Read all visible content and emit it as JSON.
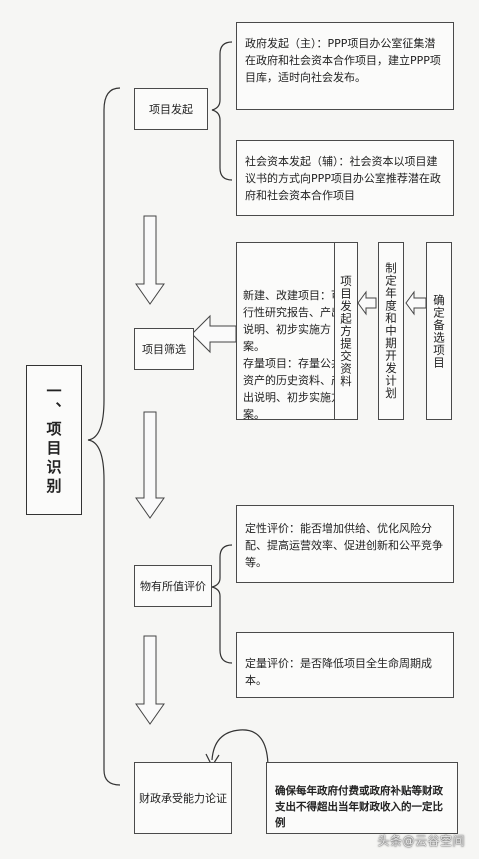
{
  "root": {
    "label": "一、项目识别"
  },
  "stages": [
    {
      "label": "项目发起"
    },
    {
      "label": "项目筛选"
    },
    {
      "label": "物有所值评价"
    },
    {
      "label": "财政承受能力论证"
    }
  ],
  "initiation": {
    "government": "政府发起（主）：PPP项目办公室征集潜在政府和社会资本合作项目，建立PPP项目库，适时向社会发布。",
    "social": "社会资本发起（辅）：社会资本以项目建议书的方式向PPP项目办公室推荐潜在政府和社会资本合作项目"
  },
  "screening": {
    "materials_new": "新建、改建项目：可行性研究报告、产出说明、初步实施方案。",
    "materials_stock": "存量项目：存量公共资产的历史资料、产出说明、初步实施方案。",
    "col_submit": "项目发起方提交资料",
    "col_plan": "制定年度和中期开发计划",
    "col_confirm": "确定备选项目"
  },
  "vfm": {
    "qualitative": "定性评价：能否增加供给、优化风险分配、提高运营效率、促进创新和公平竞争等。",
    "quantitative": "定量评价：是否降低项目全生命周期成本。"
  },
  "fiscal": {
    "note": "确保每年政府付费或政府补贴等财政支出不得超出当年财政收入的一定比例"
  },
  "watermark": "头条@云谷空间"
}
